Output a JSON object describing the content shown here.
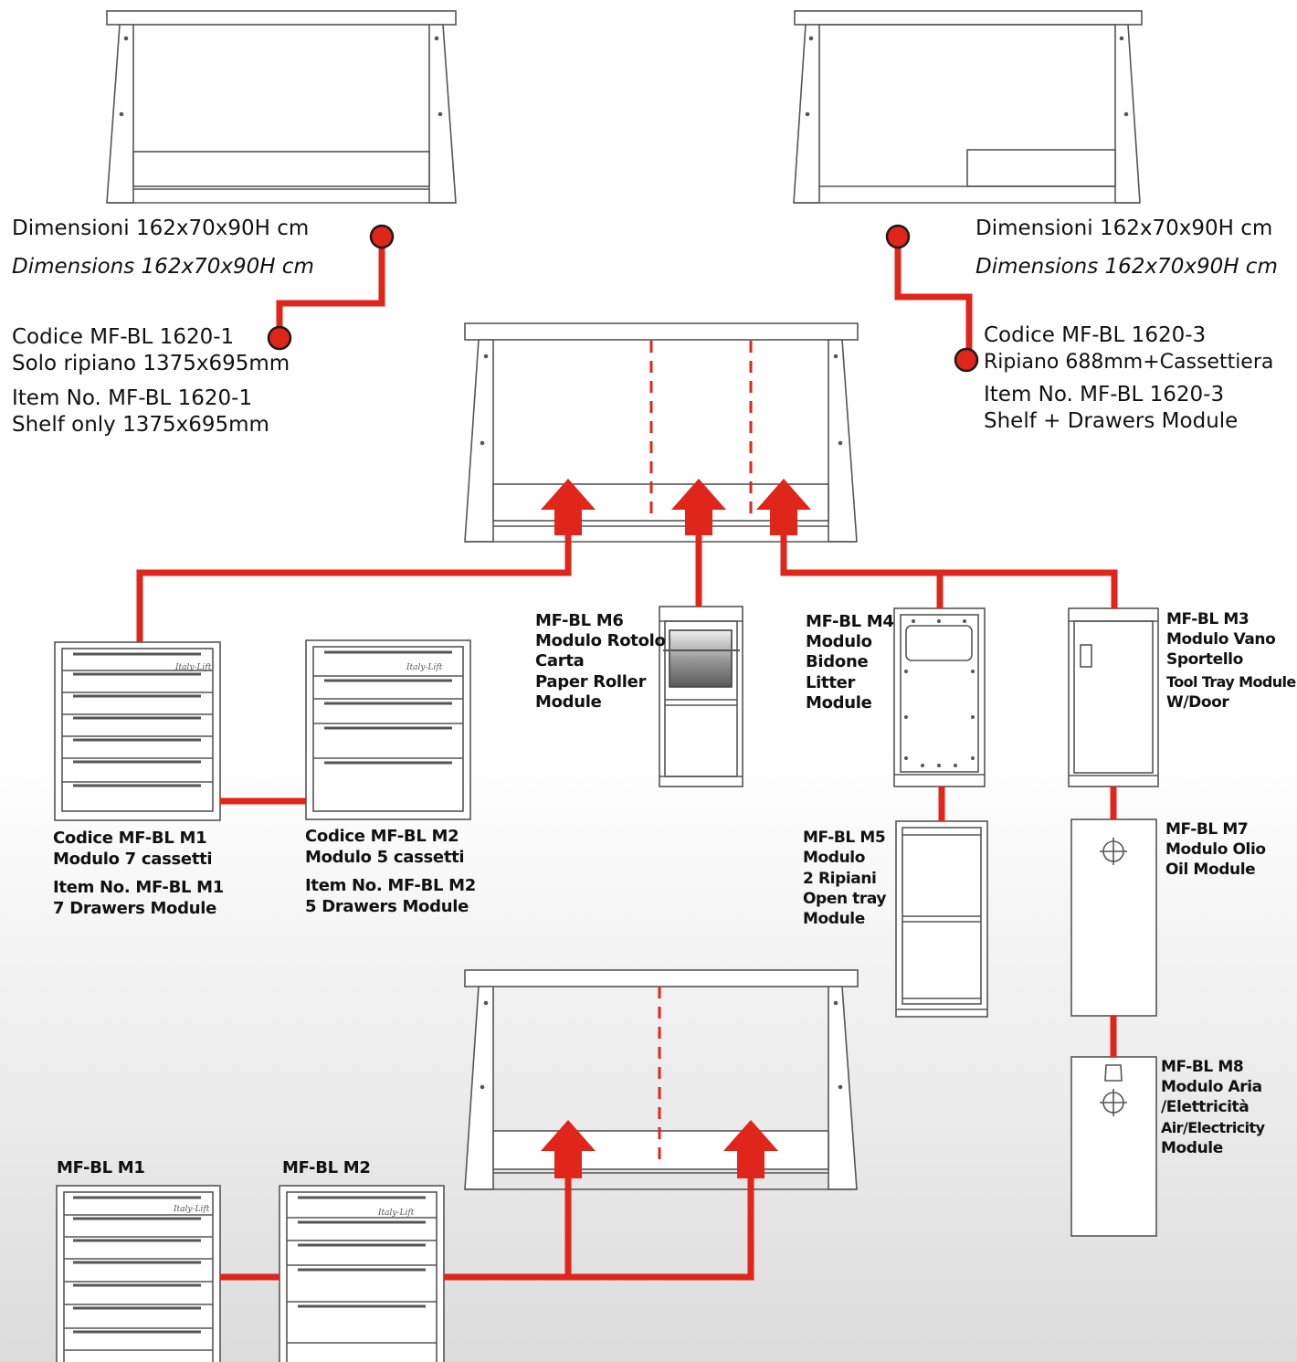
{
  "colors": {
    "accent": "#e0251b",
    "line": "#555555",
    "background_top": "#ffffff",
    "background_bottom": "#dcdcdc"
  },
  "bench_left": {
    "dim_it": "Dimensioni 162x70x90H cm",
    "dim_en": "Dimensions 162x70x90H cm",
    "code_it_1": "Codice MF-BL 1620-1",
    "code_it_2": "Solo ripiano 1375x695mm",
    "code_en_1": "Item No. MF-BL 1620-1",
    "code_en_2": "Shelf only 1375x695mm"
  },
  "bench_right": {
    "dim_it": "Dimensioni 162x70x90H cm",
    "dim_en": "Dimensions 162x70x90H cm",
    "code_it_1": "Codice MF-BL 1620-3",
    "code_it_2": "Ripiano 688mm+Cassettiera",
    "code_en_1": "Item No. MF-BL 1620-3",
    "code_en_2": "Shelf + Drawers Module"
  },
  "modules": {
    "m1": {
      "l1": "Codice MF-BL M1",
      "l2": "Modulo 7 cassetti",
      "l3": "Item No. MF-BL M1",
      "l4": "7 Drawers Module"
    },
    "m2": {
      "l1": "Codice MF-BL M2",
      "l2": "Modulo 5 cassetti",
      "l3": "Item No. MF-BL M2",
      "l4": "5 Drawers Module"
    },
    "m6": {
      "l1": "MF-BL M6",
      "l2": "Modulo Rotolo",
      "l3": "Carta",
      "l4": "Paper Roller",
      "l5": "Module"
    },
    "m4": {
      "l1": "MF-BL M4",
      "l2": "Modulo",
      "l3": "Bidone",
      "l4": "Litter",
      "l5": "Module"
    },
    "m3": {
      "l1": "MF-BL M3",
      "l2": "Modulo Vano",
      "l3": "Sportello",
      "l4": "Tool Tray Module",
      "l5": "W/Door"
    },
    "m5": {
      "l1": "MF-BL M5",
      "l2": "Modulo",
      "l3": "2 Ripiani",
      "l4": "Open tray",
      "l5": "Module"
    },
    "m7": {
      "l1": "MF-BL M7",
      "l2": "Modulo Olio",
      "l3": "Oil Module"
    },
    "m8": {
      "l1": "MF-BL M8",
      "l2": "Modulo Aria",
      "l3": "/Elettricità",
      "l4": "Air/Electricity",
      "l5": "Module"
    }
  },
  "bottom": {
    "m1_label": "MF-BL M1",
    "m2_label": "MF-BL M2"
  },
  "drawer_brand": "Italy-Lift"
}
